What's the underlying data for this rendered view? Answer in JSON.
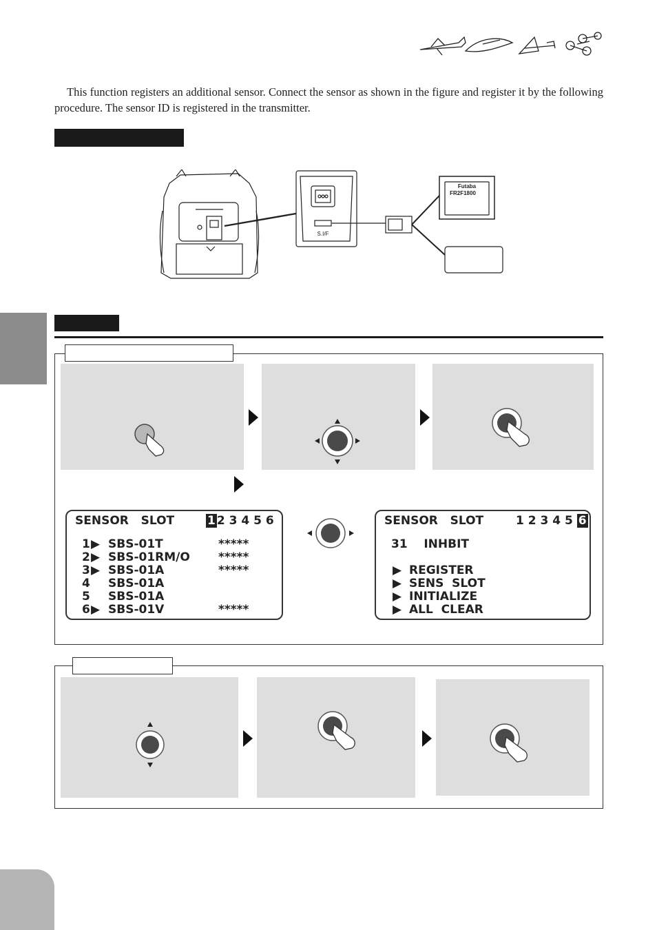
{
  "intro_text": "This function registers an additional sensor. Connect the sensor as shown in the figure and register it by the following procedure. The sensor ID is registered in the transmitter.",
  "receiver_brand": "Futaba",
  "receiver_model": "FR2F1800",
  "port_label": "S.I/F",
  "lcd_left": {
    "title": "SENSOR   SLOT",
    "slot_selected": "1",
    "slot_rest": "2 3 4 5 6",
    "rows": [
      {
        "num": "1",
        "name": "SBS-01T",
        "value": "*****"
      },
      {
        "num": "2",
        "name": "SBS-01RM/O",
        "value": "*****"
      },
      {
        "num": "3",
        "name": "SBS-01A",
        "value": "*****"
      },
      {
        "num": "4",
        "name": "SBS-01A",
        "value": ""
      },
      {
        "num": "5",
        "name": "SBS-01A",
        "value": ""
      },
      {
        "num": "6",
        "name": "SBS-01V",
        "value": "*****"
      }
    ]
  },
  "lcd_right": {
    "title": "SENSOR   SLOT",
    "slot_rest": "1 2 3 4 5",
    "slot_selected": "6",
    "line1": "31    INHBIT",
    "menu": [
      "REGISTER",
      "SENS  SLOT",
      "INITIALIZE",
      "ALL  CLEAR"
    ]
  },
  "colors": {
    "accent_dark": "#1a1a1a",
    "panel_gray": "#dedede",
    "side_tab": "#8c8c8c"
  }
}
